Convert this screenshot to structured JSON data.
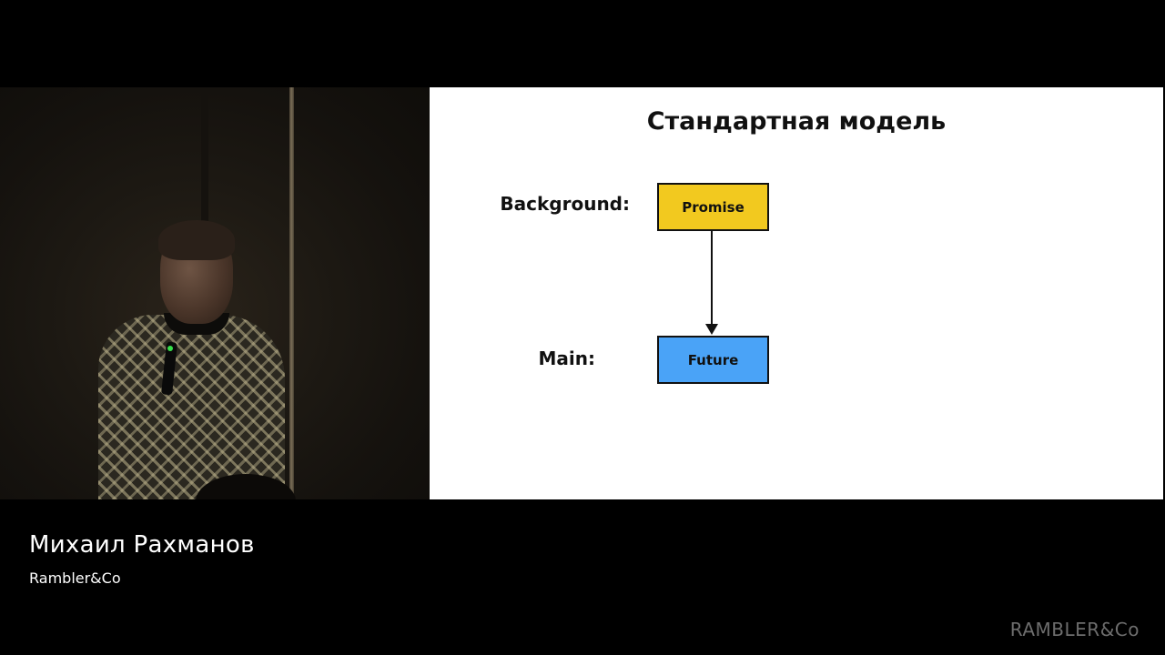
{
  "slide": {
    "title": "Стандартная модель",
    "background_label": "Background:",
    "main_label": "Main:",
    "promise_label": "Promise",
    "future_label": "Future",
    "promise_color": "#f2c91f",
    "future_color": "#4aa3f7"
  },
  "caption": {
    "speaker_name": "Михаил Рахманов",
    "speaker_company": "Rambler&Co"
  },
  "watermark": {
    "text": "RAMBLER&Co"
  }
}
